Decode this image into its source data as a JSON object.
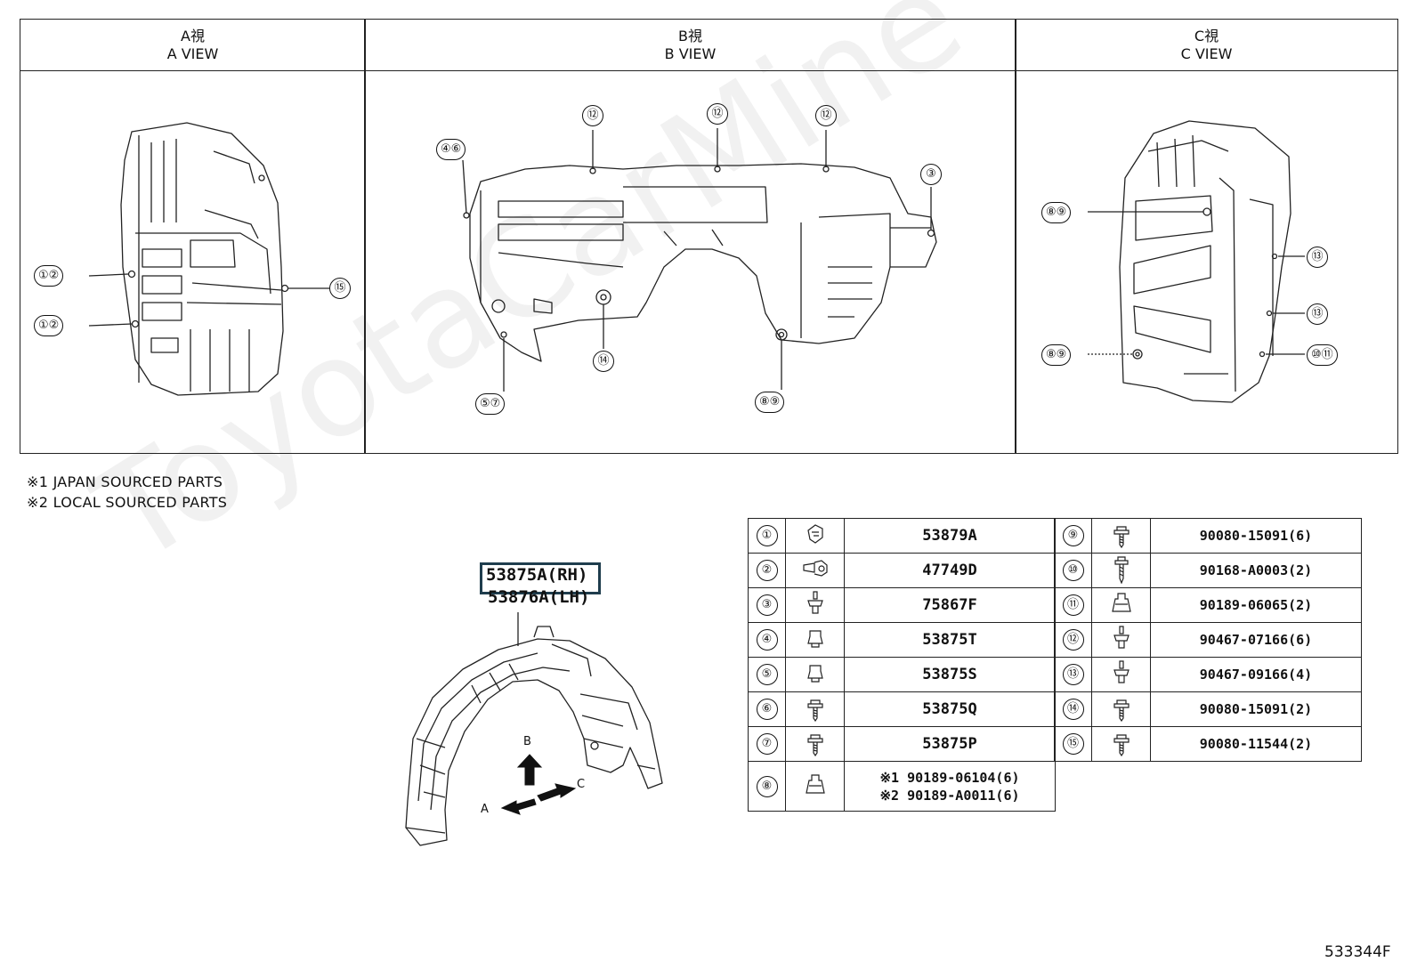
{
  "views": [
    {
      "id": "a",
      "title_jp": "A視",
      "title_en": "A VIEW"
    },
    {
      "id": "b",
      "title_jp": "B視",
      "title_en": "B VIEW"
    },
    {
      "id": "c",
      "title_jp": "C視",
      "title_en": "C VIEW"
    }
  ],
  "callouts": {
    "a_12_top": "①②",
    "a_12_bottom": "①②",
    "a_15": "⑮",
    "b_46": "④⑥",
    "b_57": "⑤⑦",
    "b_12_left": "⑫",
    "b_12_mid": "⑫",
    "b_12_right": "⑫",
    "b_3": "③",
    "b_14": "⑭",
    "b_89": "⑧⑨",
    "c_89_top": "⑧⑨",
    "c_89_bottom": "⑧⑨",
    "c_13_top": "⑬",
    "c_13_bottom": "⑬",
    "c_1011": "⑩⑪"
  },
  "notes": [
    "※1 JAPAN SOURCED PARTS",
    "※2 LOCAL SOURCED PARTS"
  ],
  "main_part": {
    "rh": "53875A(RH)",
    "lh": "53876A(LH)"
  },
  "arrows": {
    "a": "A",
    "b": "B",
    "c": "C"
  },
  "parts_left": [
    {
      "num": "①",
      "icon": "clip-icon",
      "part": "53879A"
    },
    {
      "num": "②",
      "icon": "grommet-icon",
      "part": "47749D"
    },
    {
      "num": "③",
      "icon": "push-rivet-icon",
      "part": "75867F"
    },
    {
      "num": "④",
      "icon": "square-clip-icon",
      "part": "53875T"
    },
    {
      "num": "⑤",
      "icon": "square-clip-icon",
      "part": "53875S"
    },
    {
      "num": "⑥",
      "icon": "screw-icon",
      "part": "53875Q"
    },
    {
      "num": "⑦",
      "icon": "screw-icon",
      "part": "53875P"
    }
  ],
  "part8": {
    "num": "⑧",
    "icon": "nut-icon",
    "line1": "※1 90189-06104(6)",
    "line2": "※2 90189-A0011(6)"
  },
  "parts_right": [
    {
      "num": "⑨",
      "icon": "screw-icon",
      "part": "90080-15091(6)"
    },
    {
      "num": "⑩",
      "icon": "tapping-screw-icon",
      "part": "90168-A0003(2)"
    },
    {
      "num": "⑪",
      "icon": "nut-icon",
      "part": "90189-06065(2)"
    },
    {
      "num": "⑫",
      "icon": "push-rivet-icon",
      "part": "90467-07166(6)"
    },
    {
      "num": "⑬",
      "icon": "push-rivet-icon",
      "part": "90467-09166(4)"
    },
    {
      "num": "⑭",
      "icon": "screw-icon",
      "part": "90080-15091(2)"
    },
    {
      "num": "⑮",
      "icon": "screw-icon",
      "part": "90080-11544(2)"
    }
  ],
  "figure_id": "533344F",
  "watermark": "ToyotaCarMine"
}
